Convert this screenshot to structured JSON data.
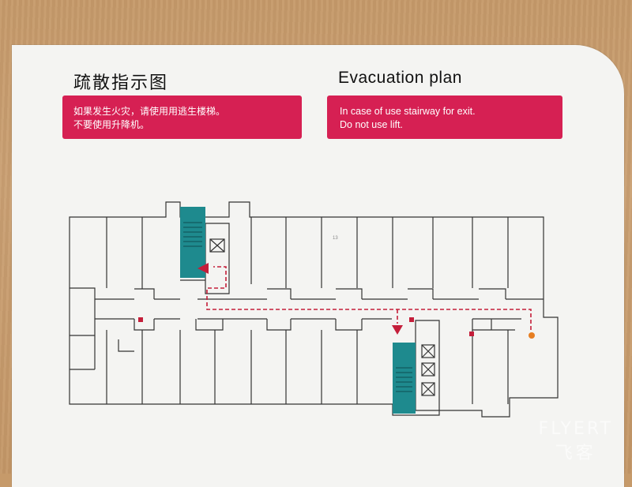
{
  "sign": {
    "title_cn": "疏散指示图",
    "title_en": "Evacuation plan",
    "instructions_cn": [
      "如果发生火灾，请使用用逃生楼梯。",
      "不要使用升降机。"
    ],
    "instructions_en": [
      "In case of use stairway for exit.",
      "Do not use lift."
    ],
    "room_number": "13",
    "accent_color": "#d62053",
    "stair_color": "#1e8a8e"
  },
  "watermark": {
    "brand": "FLYERT",
    "brand_cn": "飞客"
  }
}
